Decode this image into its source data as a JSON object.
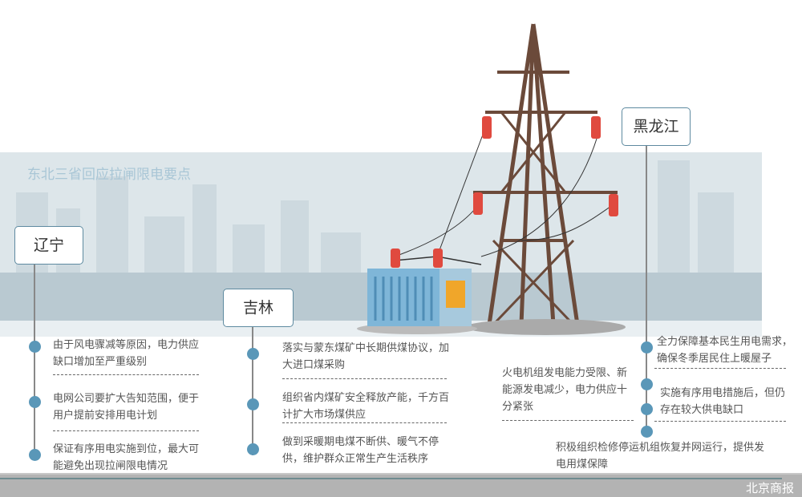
{
  "title": "东北三省回应拉闸限电要点",
  "colors": {
    "accent": "#5a97b8",
    "skyline": "#c9d6dc",
    "tower": "#6b4a3a",
    "insulator": "#e04a3f"
  },
  "provinces": [
    {
      "name": "辽宁",
      "points": [
        "由于风电骤减等原因，电力供应缺口增加至严重级别",
        "电网公司要扩大告知范围，便于用户提前安排用电计划",
        "保证有序用电实施到位，最大可能避免出现拉闸限电情况"
      ]
    },
    {
      "name": "吉林",
      "points": [
        "落实与蒙东煤矿中长期供煤协议，加大进口煤采购",
        "组织省内煤矿安全释放产能，千方百计扩大市场煤供应",
        "做到采暖期电煤不断供、暖气不停供，维护群众正常生产生活秩序"
      ]
    },
    {
      "name": "黑龙江",
      "points": [
        "全力保障基本民生用电需求，确保冬季居民住上暖屋子",
        "火电机组发电能力受限、新能源发电减少，电力供应十分紧张",
        "实施有序用电措施后，但仍存在较大供电缺口",
        "积极组织检修停运机组恢复并网运行，提供发电用煤保障"
      ]
    }
  ],
  "footer": {
    "brand": "北京商报"
  }
}
